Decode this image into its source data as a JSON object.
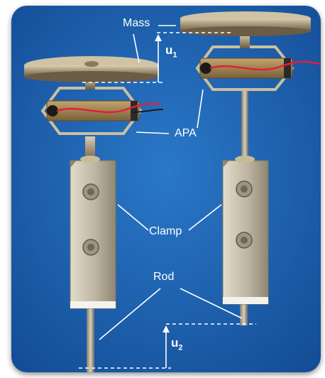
{
  "labels": {
    "mass": "Mass",
    "apa": "APA",
    "clamp": "Clamp",
    "rod": "Rod",
    "u1": "u",
    "u1_sub": "1",
    "u2": "u",
    "u2_sub": "2"
  },
  "colors": {
    "background": "#1a5fb0",
    "metal": "#b9ae94",
    "clamp": "#c2bba8",
    "wire": "#e0203a",
    "annotation": "#ffffff"
  }
}
